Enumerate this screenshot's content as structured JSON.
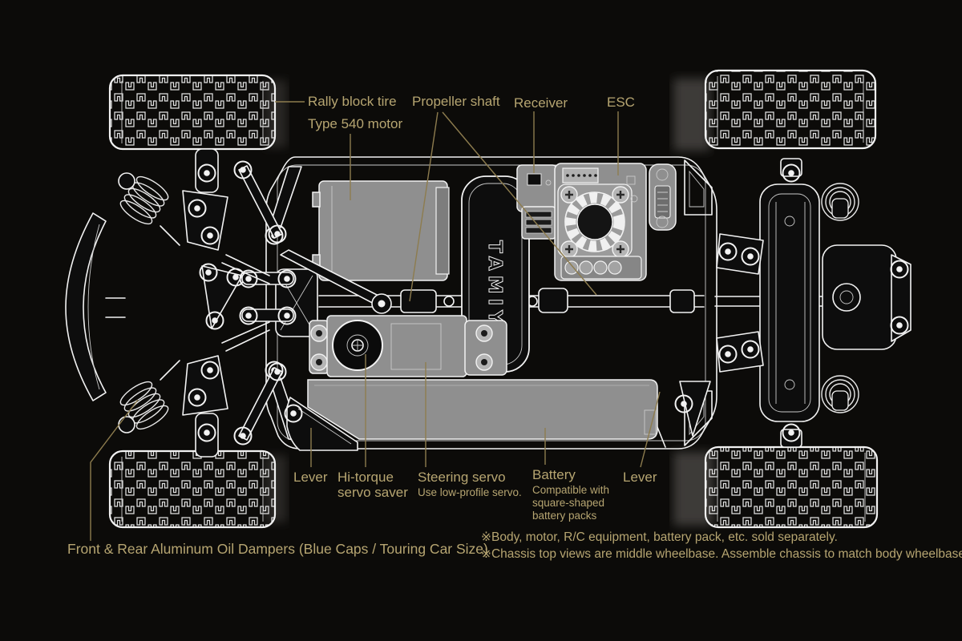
{
  "colors": {
    "background": "#0c0b09",
    "linework": "#f2f2f2",
    "component_fill": "#8f8f8f",
    "label_text": "#b6a571",
    "leader_line": "#8d7c4e"
  },
  "brand": "TAMIYA",
  "labels": {
    "rally_block_tire": "Rally block tire",
    "type_540_motor": "Type 540 motor",
    "propeller_shaft": "Propeller shaft",
    "receiver": "Receiver",
    "esc": "ESC",
    "lever_front": "Lever",
    "hi_torque_servo_saver": "Hi-torque servo saver",
    "steering_servo": "Steering servo",
    "steering_servo_note": "Use low-profile servo.",
    "battery": "Battery",
    "battery_note": "Compatible with square-shaped battery packs",
    "lever_rear": "Lever",
    "oil_dampers": "Front & Rear Aluminum Oil Dampers (Blue Caps / Touring Car Size)"
  },
  "footnotes": {
    "sold_separately": "※Body, motor, R/C equipment, battery pack, etc. sold separately.",
    "wheelbase": "※Chassis top views are middle wheelbase. Assemble chassis to match body wheelbase."
  }
}
